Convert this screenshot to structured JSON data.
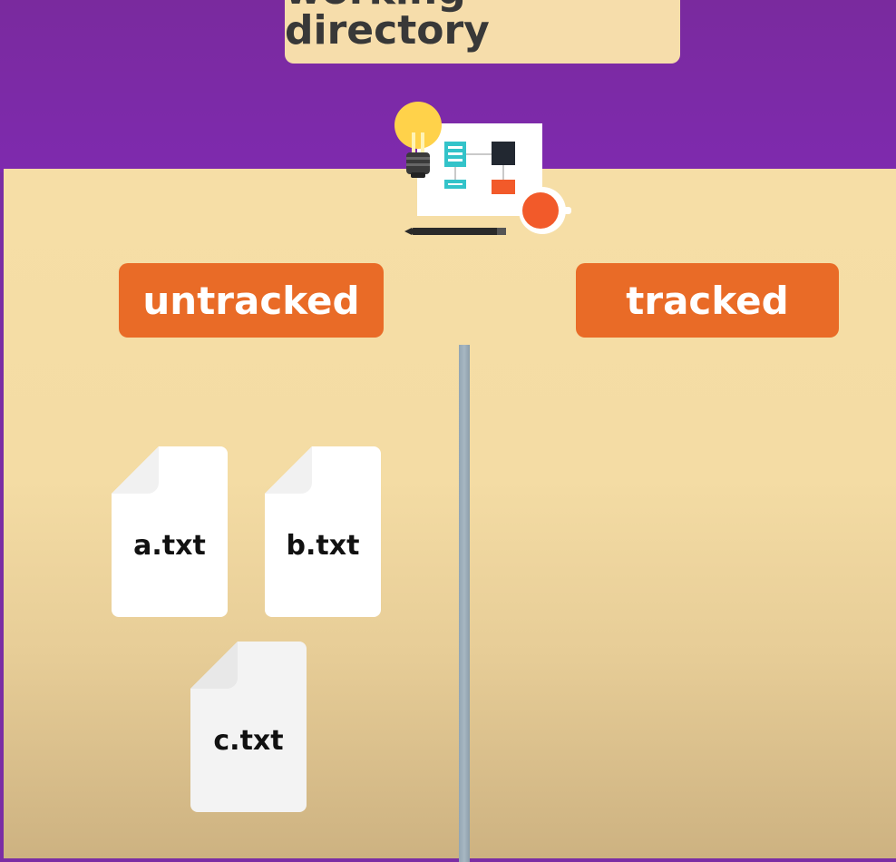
{
  "header": {
    "title": "working directory"
  },
  "areas": {
    "untracked_label": "untracked",
    "tracked_label": "tracked"
  },
  "files": [
    {
      "name": "a.txt"
    },
    {
      "name": "b.txt"
    },
    {
      "name": "c.txt"
    }
  ],
  "colors": {
    "background_purple": "#7e2aae",
    "board": "#f6dea6",
    "label_orange": "#e96b27",
    "title_plate": "#f6ddab",
    "divider": "#9fb0bb",
    "file_paper": "#ffffff"
  },
  "icons": [
    "lightbulb-icon",
    "flowchart-paper-icon",
    "coffee-cup-icon",
    "pen-icon",
    "file-icon"
  ]
}
